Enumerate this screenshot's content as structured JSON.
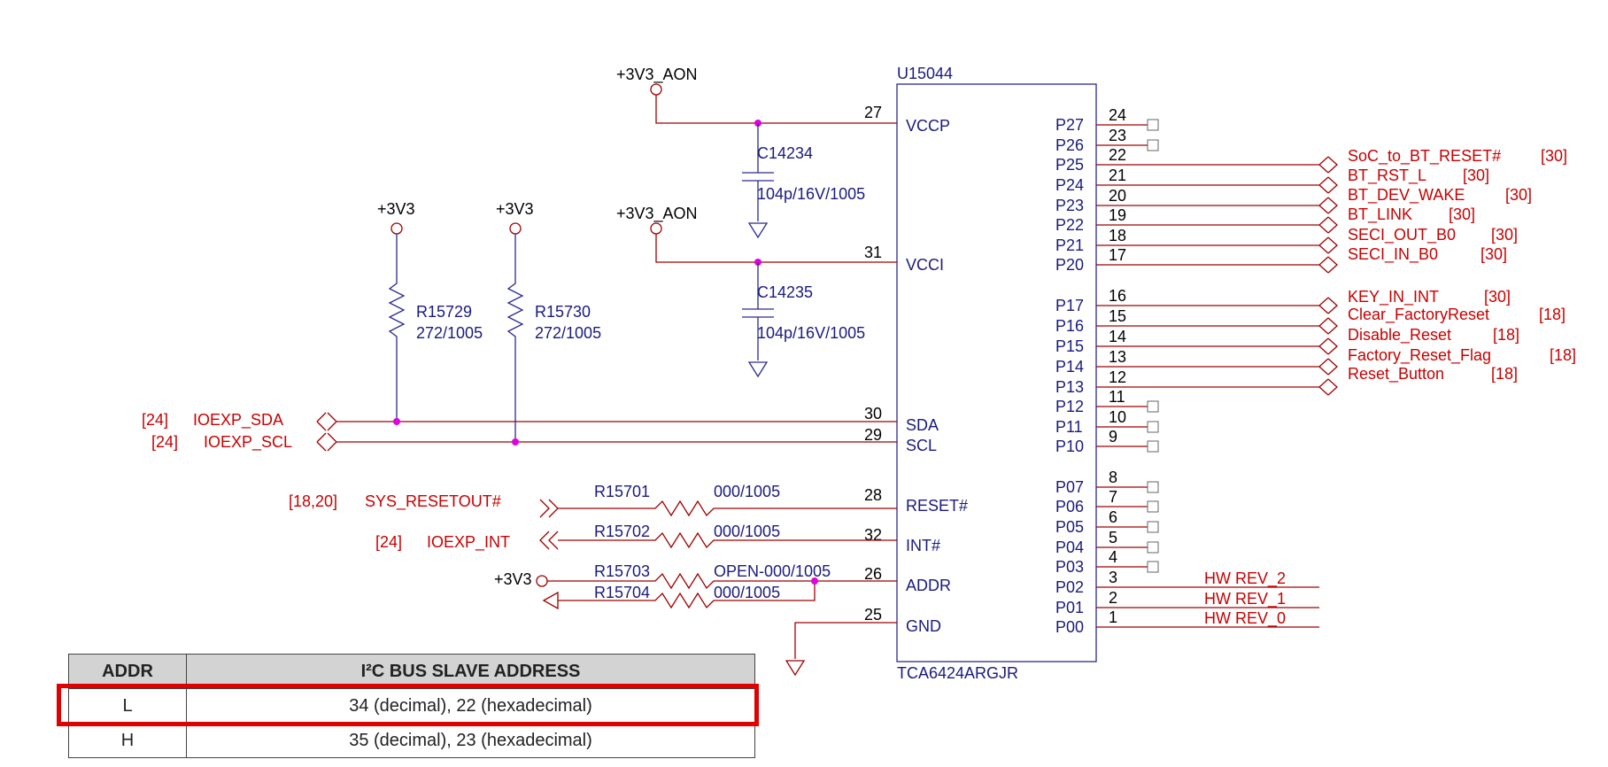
{
  "chip": {
    "refdes": "U15044",
    "part": "TCA6424ARGJR",
    "left_pins": [
      {
        "num": "27",
        "name": "VCCP"
      },
      {
        "num": "31",
        "name": "VCCI"
      },
      {
        "num": "30",
        "name": "SDA"
      },
      {
        "num": "29",
        "name": "SCL"
      },
      {
        "num": "28",
        "name": "RESET#"
      },
      {
        "num": "32",
        "name": "INT#"
      },
      {
        "num": "26",
        "name": "ADDR"
      },
      {
        "num": "25",
        "name": "GND"
      }
    ],
    "right_pins": [
      {
        "num": "24",
        "name": "P27"
      },
      {
        "num": "23",
        "name": "P26"
      },
      {
        "num": "22",
        "name": "P25"
      },
      {
        "num": "21",
        "name": "P24"
      },
      {
        "num": "20",
        "name": "P23"
      },
      {
        "num": "19",
        "name": "P22"
      },
      {
        "num": "18",
        "name": "P21"
      },
      {
        "num": "17",
        "name": "P20"
      },
      {
        "num": "16",
        "name": "P17"
      },
      {
        "num": "15",
        "name": "P16"
      },
      {
        "num": "14",
        "name": "P15"
      },
      {
        "num": "13",
        "name": "P14"
      },
      {
        "num": "12",
        "name": "P13"
      },
      {
        "num": "11",
        "name": "P12"
      },
      {
        "num": "10",
        "name": "P11"
      },
      {
        "num": "9",
        "name": "P10"
      },
      {
        "num": "8",
        "name": "P07"
      },
      {
        "num": "7",
        "name": "P06"
      },
      {
        "num": "6",
        "name": "P05"
      },
      {
        "num": "5",
        "name": "P04"
      },
      {
        "num": "4",
        "name": "P03"
      },
      {
        "num": "3",
        "name": "P02"
      },
      {
        "num": "2",
        "name": "P01"
      },
      {
        "num": "1",
        "name": "P00"
      }
    ]
  },
  "power": {
    "aon_1": "+3V3_AON",
    "aon_2": "+3V3_AON",
    "v3v3_1": "+3V3",
    "v3v3_2": "+3V3",
    "v3v3_addr": "+3V3"
  },
  "caps": [
    {
      "ref": "C14234",
      "value": "104p/16V/1005"
    },
    {
      "ref": "C14235",
      "value": "104p/16V/1005"
    }
  ],
  "pullups": [
    {
      "ref": "R15729",
      "value": "272/1005"
    },
    {
      "ref": "R15730",
      "value": "272/1005"
    }
  ],
  "series_res": [
    {
      "ref": "R15701",
      "value": "000/1005"
    },
    {
      "ref": "R15702",
      "value": "000/1005"
    },
    {
      "ref": "R15703",
      "value": "OPEN-000/1005"
    },
    {
      "ref": "R15704",
      "value": "000/1005"
    }
  ],
  "left_nets": [
    {
      "sheet": "[24]",
      "name": "IOEXP_SDA"
    },
    {
      "sheet": "[24]",
      "name": "IOEXP_SCL"
    },
    {
      "sheet": "[18,20]",
      "name": "SYS_RESETOUT#"
    },
    {
      "sheet": "[24]",
      "name": "IOEXP_INT"
    }
  ],
  "right_nets": [
    {
      "name": "SoC_to_BT_RESET#",
      "sheet": "[30]"
    },
    {
      "name": "BT_RST_L",
      "sheet": "[30]"
    },
    {
      "name": "BT_DEV_WAKE",
      "sheet": "[30]"
    },
    {
      "name": "BT_LINK",
      "sheet": "[30]"
    },
    {
      "name": "SECI_OUT_B0",
      "sheet": "[30]"
    },
    {
      "name": "SECI_IN_B0",
      "sheet": "[30]"
    },
    {
      "name": "KEY_IN_INT",
      "sheet": "[30]"
    },
    {
      "name": "Clear_FactoryReset",
      "sheet": "[18]"
    },
    {
      "name": "Disable_Reset",
      "sheet": "[18]"
    },
    {
      "name": "Factory_Reset_Flag",
      "sheet": "[18]"
    },
    {
      "name": "Reset_Button",
      "sheet": "[18]"
    }
  ],
  "hw_rev": [
    "HW REV_2",
    "HW REV_1",
    "HW REV_0"
  ],
  "table": {
    "headers": [
      "ADDR",
      "I²C BUS SLAVE ADDRESS"
    ],
    "rows": [
      [
        "L",
        "34 (decimal), 22 (hexadecimal)"
      ],
      [
        "H",
        "35 (decimal), 23 (hexadecimal)"
      ]
    ],
    "highlight_row": 0
  },
  "colors": {
    "net_label": "#c80000",
    "component": "#1a1a80",
    "wire": "#a00000",
    "junction": "#e000e0",
    "highlight": "#e00000"
  }
}
